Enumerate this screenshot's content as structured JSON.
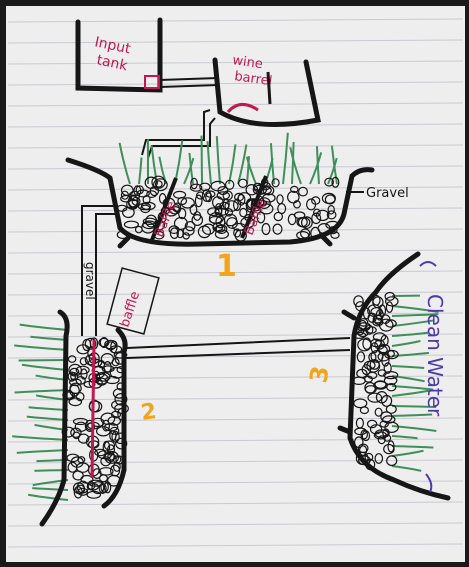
{
  "colors": {
    "paper": "#eeeeee",
    "rule_line": "#c9c9d2",
    "ink": "#161616",
    "pink": "#c2184f",
    "plant": "#3f8f5a",
    "orange": "#f2a51c",
    "purple": "#4b3aa8"
  },
  "labels": {
    "input_tank_1": "Input",
    "input_tank_2": "tank",
    "wine_barrel_1": "wine",
    "wine_barrel_2": "barrel",
    "gravel": "Gravel",
    "baffle_a": "Baffle",
    "baffle_b": "Baffle",
    "baffle_c": "baffle",
    "gravel_pipe": "gravel",
    "num_1": "1",
    "num_2": "2",
    "num_3": "3",
    "clean_water": "Clean Water"
  }
}
